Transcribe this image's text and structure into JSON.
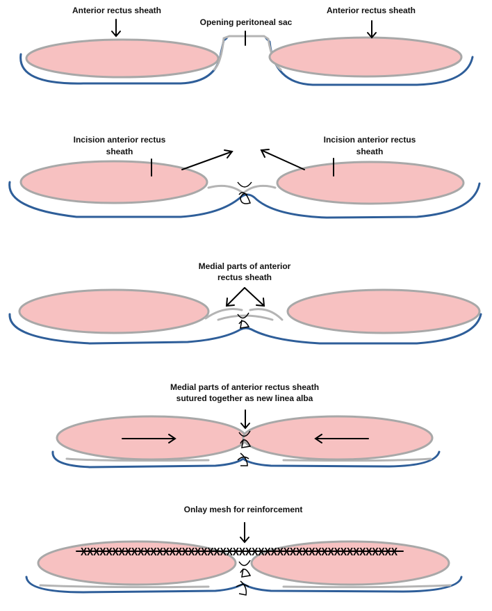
{
  "panels": {
    "p1": {
      "label_left": "Anterior rectus sheath",
      "label_center": "Opening peritoneal sac",
      "label_right": "Anterior rectus sheath"
    },
    "p2": {
      "label_left_1": "Incision anterior rectus",
      "label_left_2": "sheath",
      "label_right_1": "Incision anterior rectus",
      "label_right_2": "sheath"
    },
    "p3": {
      "label_1": "Medial parts of anterior",
      "label_2": "rectus sheath"
    },
    "p4": {
      "label_1": "Medial parts of anterior rectus sheath",
      "label_2": "sutured together as new linea alba"
    },
    "p5": {
      "label": "Onlay mesh for reinforcement",
      "mesh": "XXXXXXXXXXXXXXXXXXXXXXXXXXXXXXXXXXXXXXXXXXXXXXXXXX"
    }
  },
  "colors": {
    "muscle": "#f7c1c1",
    "muscle_outline": "#a8a8a8",
    "fascia": "#2e5e99",
    "ink": "#000000"
  }
}
